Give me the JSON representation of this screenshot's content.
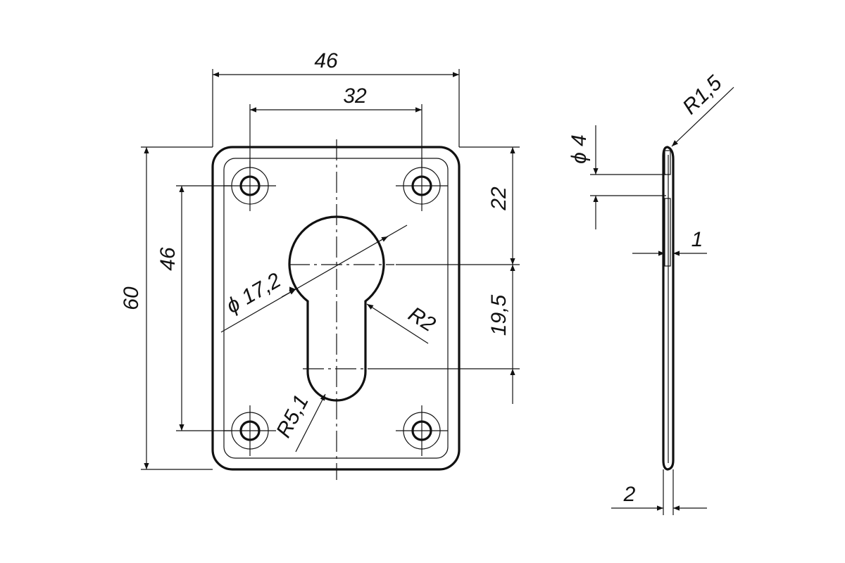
{
  "dimensions": {
    "width_46": "46",
    "width_32": "32",
    "height_60": "60",
    "height_46": "46",
    "offset_22": "22",
    "offset_19_5": "19,5",
    "diameter_17_2": "ϕ 17,2",
    "radius_r2": "R2",
    "radius_r5_1": "R5,1",
    "radius_r1_5": "R1,5",
    "hole_diameter_4": "ϕ 4",
    "thickness_1": "1",
    "thickness_2": "2"
  }
}
